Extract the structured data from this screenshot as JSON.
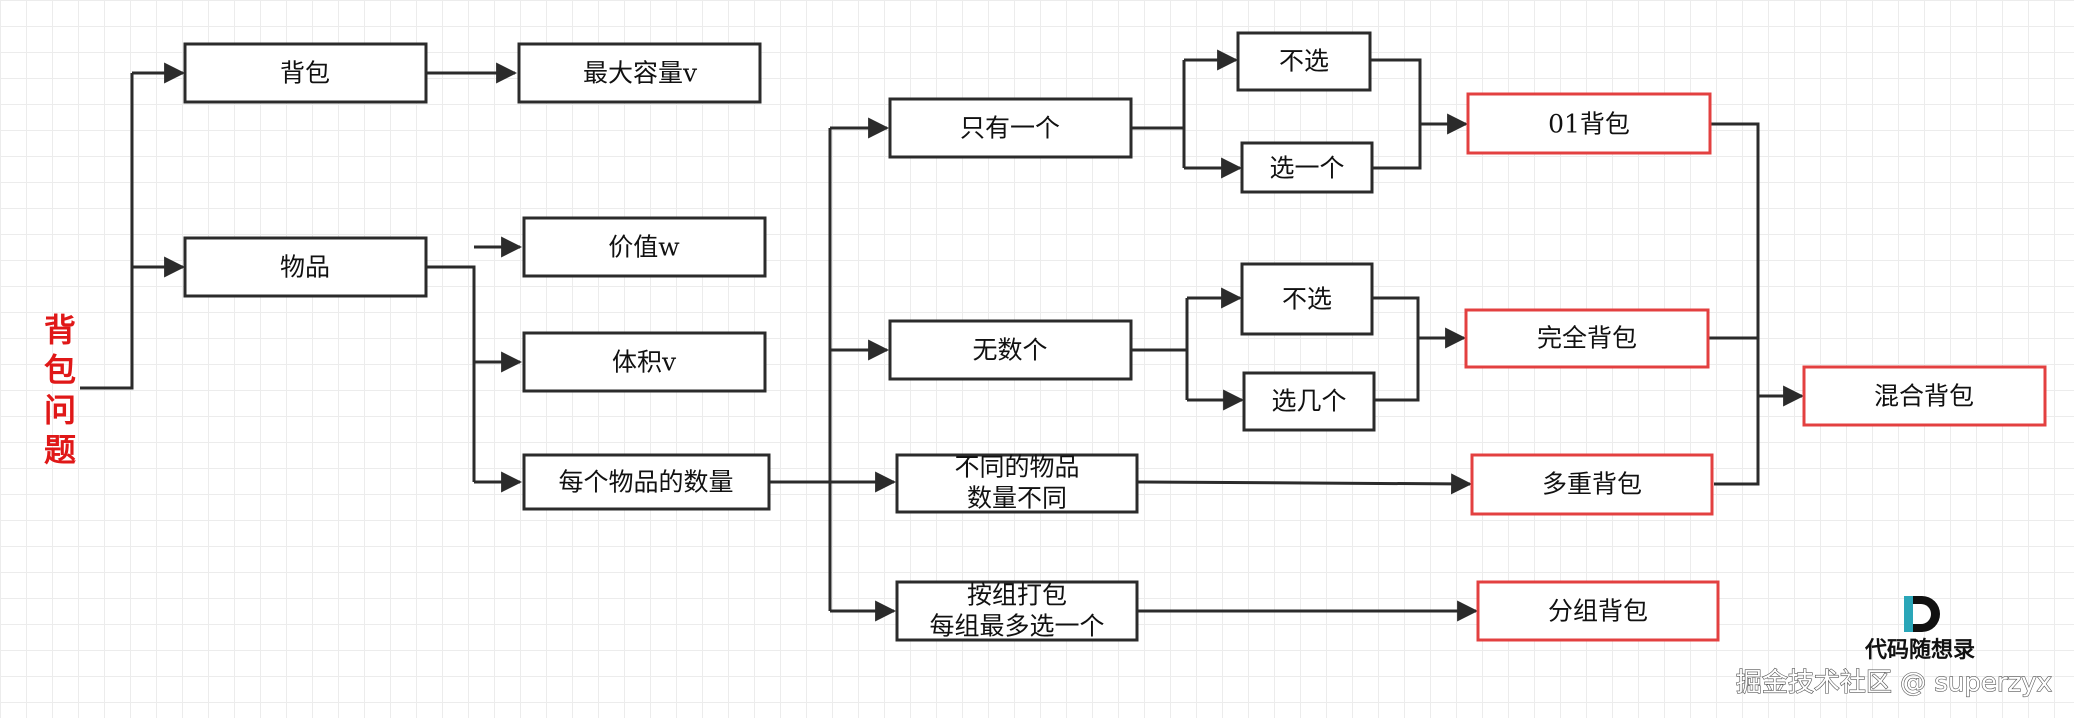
{
  "root": {
    "lines": [
      "背",
      "包",
      "问",
      "题"
    ]
  },
  "nodes": {
    "beibao": "背包",
    "max_capacity": "最大容量v",
    "wupin": "物品",
    "value": "价值w",
    "volume": "体积v",
    "count_each": "每个物品的数量",
    "only_one": "只有一个",
    "infinite": "无数个",
    "diff_count": [
      "不同的物品",
      "数量不同"
    ],
    "group_pack": [
      "按组打包",
      "每组最多选一个"
    ],
    "not_select_1": "不选",
    "select_one": "选一个",
    "not_select_2": "不选",
    "select_several": "选几个",
    "knapsack_01": "01背包",
    "complete_knapsack": "完全背包",
    "multiple_knapsack": "多重背包",
    "group_knapsack": "分组背包",
    "mixed_knapsack": "混合背包"
  },
  "logo": {
    "text": "代码随想录"
  },
  "watermark": {
    "text": "掘金技术社区 @ superzyx"
  },
  "colors": {
    "root_text": "#e01818",
    "result_border": "#e34040",
    "box_border": "#2b2b2b",
    "logo_accent": "#2aa6b8"
  }
}
